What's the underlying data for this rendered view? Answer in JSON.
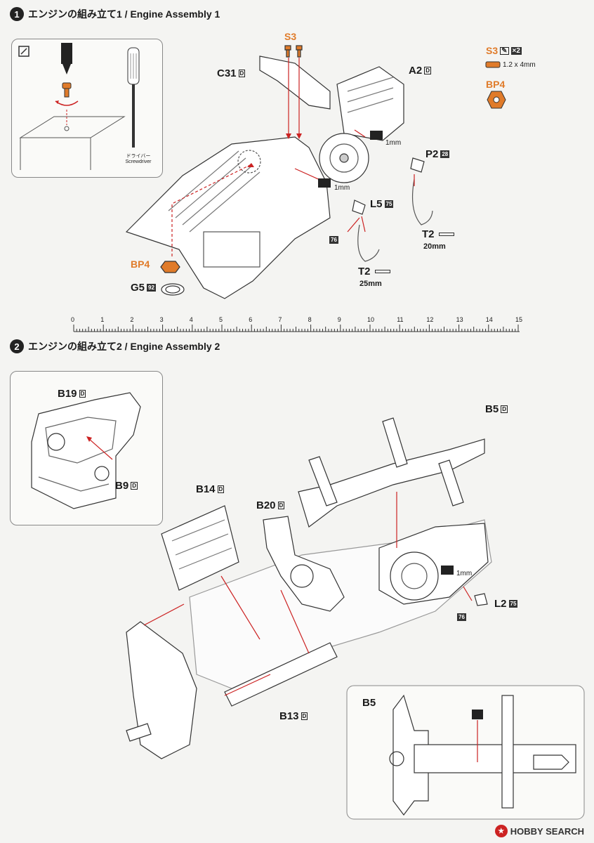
{
  "step1": {
    "number": "1",
    "title": "エンジンの組み立て1 / Engine Assembly 1",
    "tool": {
      "jp": "ドライバー",
      "en": "Screwdriver"
    },
    "parts": {
      "c31": "C31",
      "a2": "A2",
      "s3": "S3",
      "p2": "P2",
      "p2_num": "28",
      "l5": "L5",
      "l5_num": "75",
      "bp4": "BP4",
      "g5": "G5",
      "g5_num": "92",
      "t2_a": "T2",
      "t2_a_len": "20mm",
      "t2_b": "T2",
      "t2_b_len": "25mm",
      "paint_76": "76",
      "gap1": "1mm",
      "gap2": "1mm"
    },
    "legend": {
      "s3": "S3",
      "count": "×2",
      "size": "1.2 x 4mm",
      "bp4": "BP4"
    }
  },
  "ruler": {
    "ticks": [
      "0",
      "1",
      "2",
      "3",
      "4",
      "5",
      "6",
      "7",
      "8",
      "9",
      "10",
      "11",
      "12",
      "13",
      "14",
      "15"
    ]
  },
  "step2": {
    "number": "2",
    "title": "エンジンの組み立て2 / Engine Assembly 2",
    "parts": {
      "b19": "B19",
      "b9": "B9",
      "b14": "B14",
      "b20": "B20",
      "b5": "B5",
      "l2": "L2",
      "l2_num": "75",
      "paint_76": "76",
      "gap": "1mm",
      "b13": "B13",
      "b5_detail": "B5"
    }
  },
  "tag_letter": "D",
  "watermark": {
    "text": "HOBBY SEARCH"
  }
}
